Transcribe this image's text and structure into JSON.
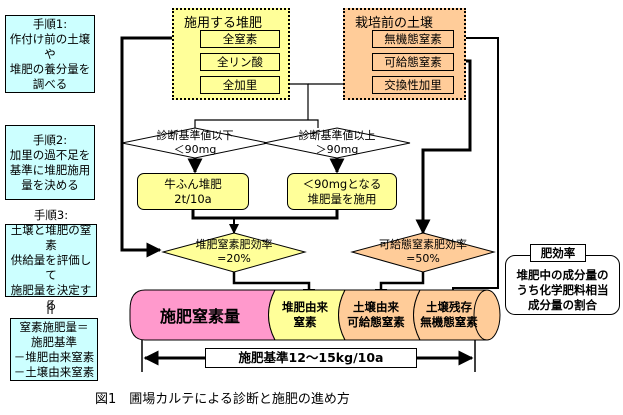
{
  "steps": [
    {
      "lines": [
        "手順1:",
        "作付け前の土壌や",
        "堆肥の養分量を",
        "調べる"
      ]
    },
    {
      "lines": [
        "手順2:",
        "加里の過不足を",
        "基準に堆肥施用",
        "量を決める"
      ]
    },
    {
      "lines": [
        "手順3:",
        "土壌と堆肥の窒素",
        "供給量を評価して",
        "施肥量を決定する"
      ]
    }
  ],
  "equals_sign": "||",
  "formula": {
    "lines": [
      "窒素施肥量＝",
      "施肥基準",
      "－堆肥由来窒素",
      "－土壌由来窒素"
    ]
  },
  "compost_panel": {
    "title": "施用する堆肥",
    "items": [
      "全窒素",
      "全リン酸",
      "全加里"
    ]
  },
  "soil_panel": {
    "title": "栽培前の土壌",
    "items": [
      "無機態窒素",
      "可給態窒素",
      "交換性加里"
    ]
  },
  "decisions": {
    "below": {
      "line1": "診断基準値以下",
      "line2": "＜90mg"
    },
    "above": {
      "line1": "診断基準値以上",
      "line2": "＞90mg"
    },
    "compost_eff": {
      "line1": "堆肥窒素肥効率",
      "line2": "=20%"
    },
    "soil_eff": {
      "line1": "可給態窒素肥効率",
      "line2": "=50%"
    }
  },
  "actions": {
    "cattle": {
      "line1": "牛ふん堆肥",
      "line2": "2t/10a"
    },
    "adjust": {
      "line1": "＜90mgとなる",
      "line2": "堆肥量を施用"
    }
  },
  "bar_segments": [
    {
      "lines": [
        "施肥窒素量"
      ],
      "color": "#ff99cc"
    },
    {
      "lines": [
        "堆肥由来",
        "窒素"
      ],
      "color": "#ffff99"
    },
    {
      "lines": [
        "土壌由来",
        "可給態窒素"
      ],
      "color": "#ffcc99"
    },
    {
      "lines": [
        "土壌残存",
        "無機態窒素"
      ],
      "color": "#ffcc99"
    }
  ],
  "standard_label": "施肥基準12～15kg/10a",
  "efficiency_note": {
    "title": "肥効率",
    "lines": [
      "堆肥中の成分量の",
      "うち化学肥料相当",
      "成分量の割合"
    ]
  },
  "caption": "図1　圃場カルテによる診断と施肥の進め方"
}
